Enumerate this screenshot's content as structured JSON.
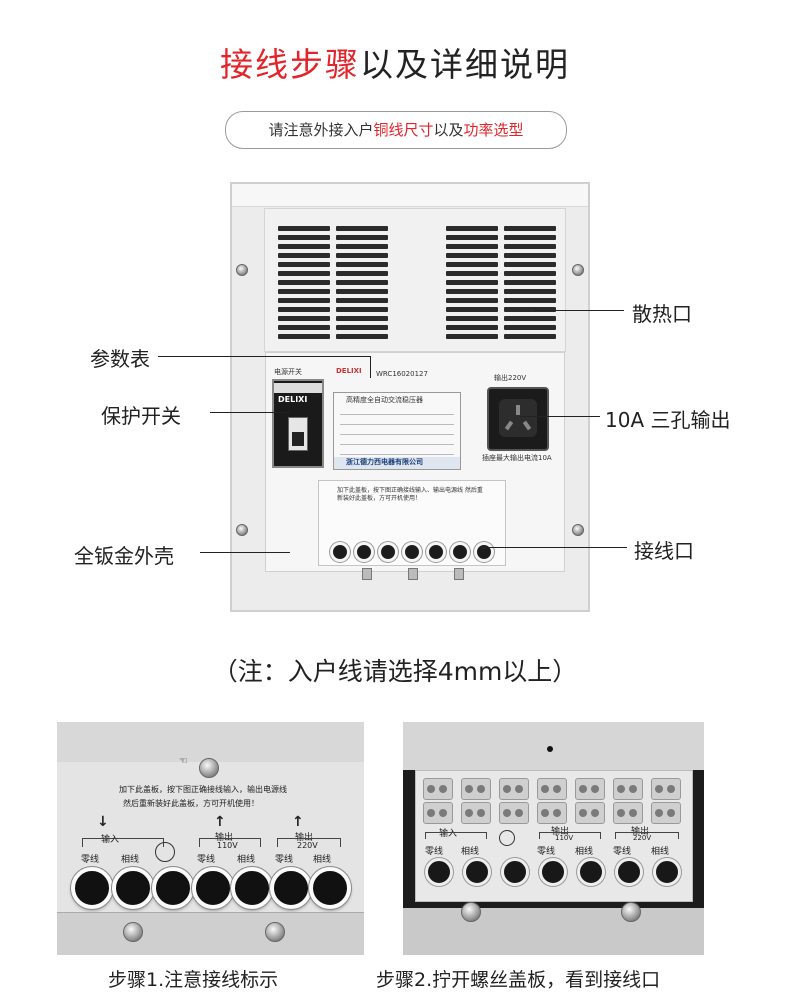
{
  "header": {
    "title_red": "接线步骤",
    "title_black": "以及详细说明",
    "subtitle_prefix": "请注意外接入户",
    "subtitle_red1": "铜线尺寸",
    "subtitle_mid": "以及",
    "subtitle_red2": "功率选型"
  },
  "product": {
    "switch_label": "电源开关",
    "model": "WRC16020127",
    "plate_title": "高精度全自动交流稳压器",
    "manufacturer": "浙江德力西电器有限公司",
    "brand": "DELIXI",
    "output_label": "输出220V",
    "output_note": "插座最大输出电流10A",
    "terminal_notice": "加下此盖板，按下图正确接线输入、输出电源线 然后重新装好此盖板，方可开机使用！"
  },
  "callouts": {
    "params": "参数表",
    "switch": "保护开关",
    "casing": "全钣金外壳",
    "vent": "散热口",
    "socket": "10A 三孔输出",
    "terminal": "接线口"
  },
  "note": "（注：入户线请选择4mm以上）",
  "photo1": {
    "notice_line1": "加下此盖板，按下图正确接线输入，输出电源线",
    "notice_line2": "然后重新装好此盖板，方可开机使用！",
    "input_label": "输入",
    "output110_label": "输出",
    "output110_voltage": "110V",
    "output220_label": "输出",
    "output220_voltage": "220V",
    "zero_label": "零线",
    "phase_label": "相线",
    "caption": "步骤1.注意接线标示"
  },
  "photo2": {
    "input_label": "输入",
    "output110_label": "输出",
    "output110_voltage": "110V",
    "output220_label": "输出",
    "output220_voltage": "220V",
    "zero_label": "零线",
    "phase_label": "相线",
    "caption": "步骤2.拧开螺丝盖板，看到接线口"
  },
  "colors": {
    "accent_red": "#e3242b",
    "text": "#222222",
    "device_body": "#ececec"
  }
}
